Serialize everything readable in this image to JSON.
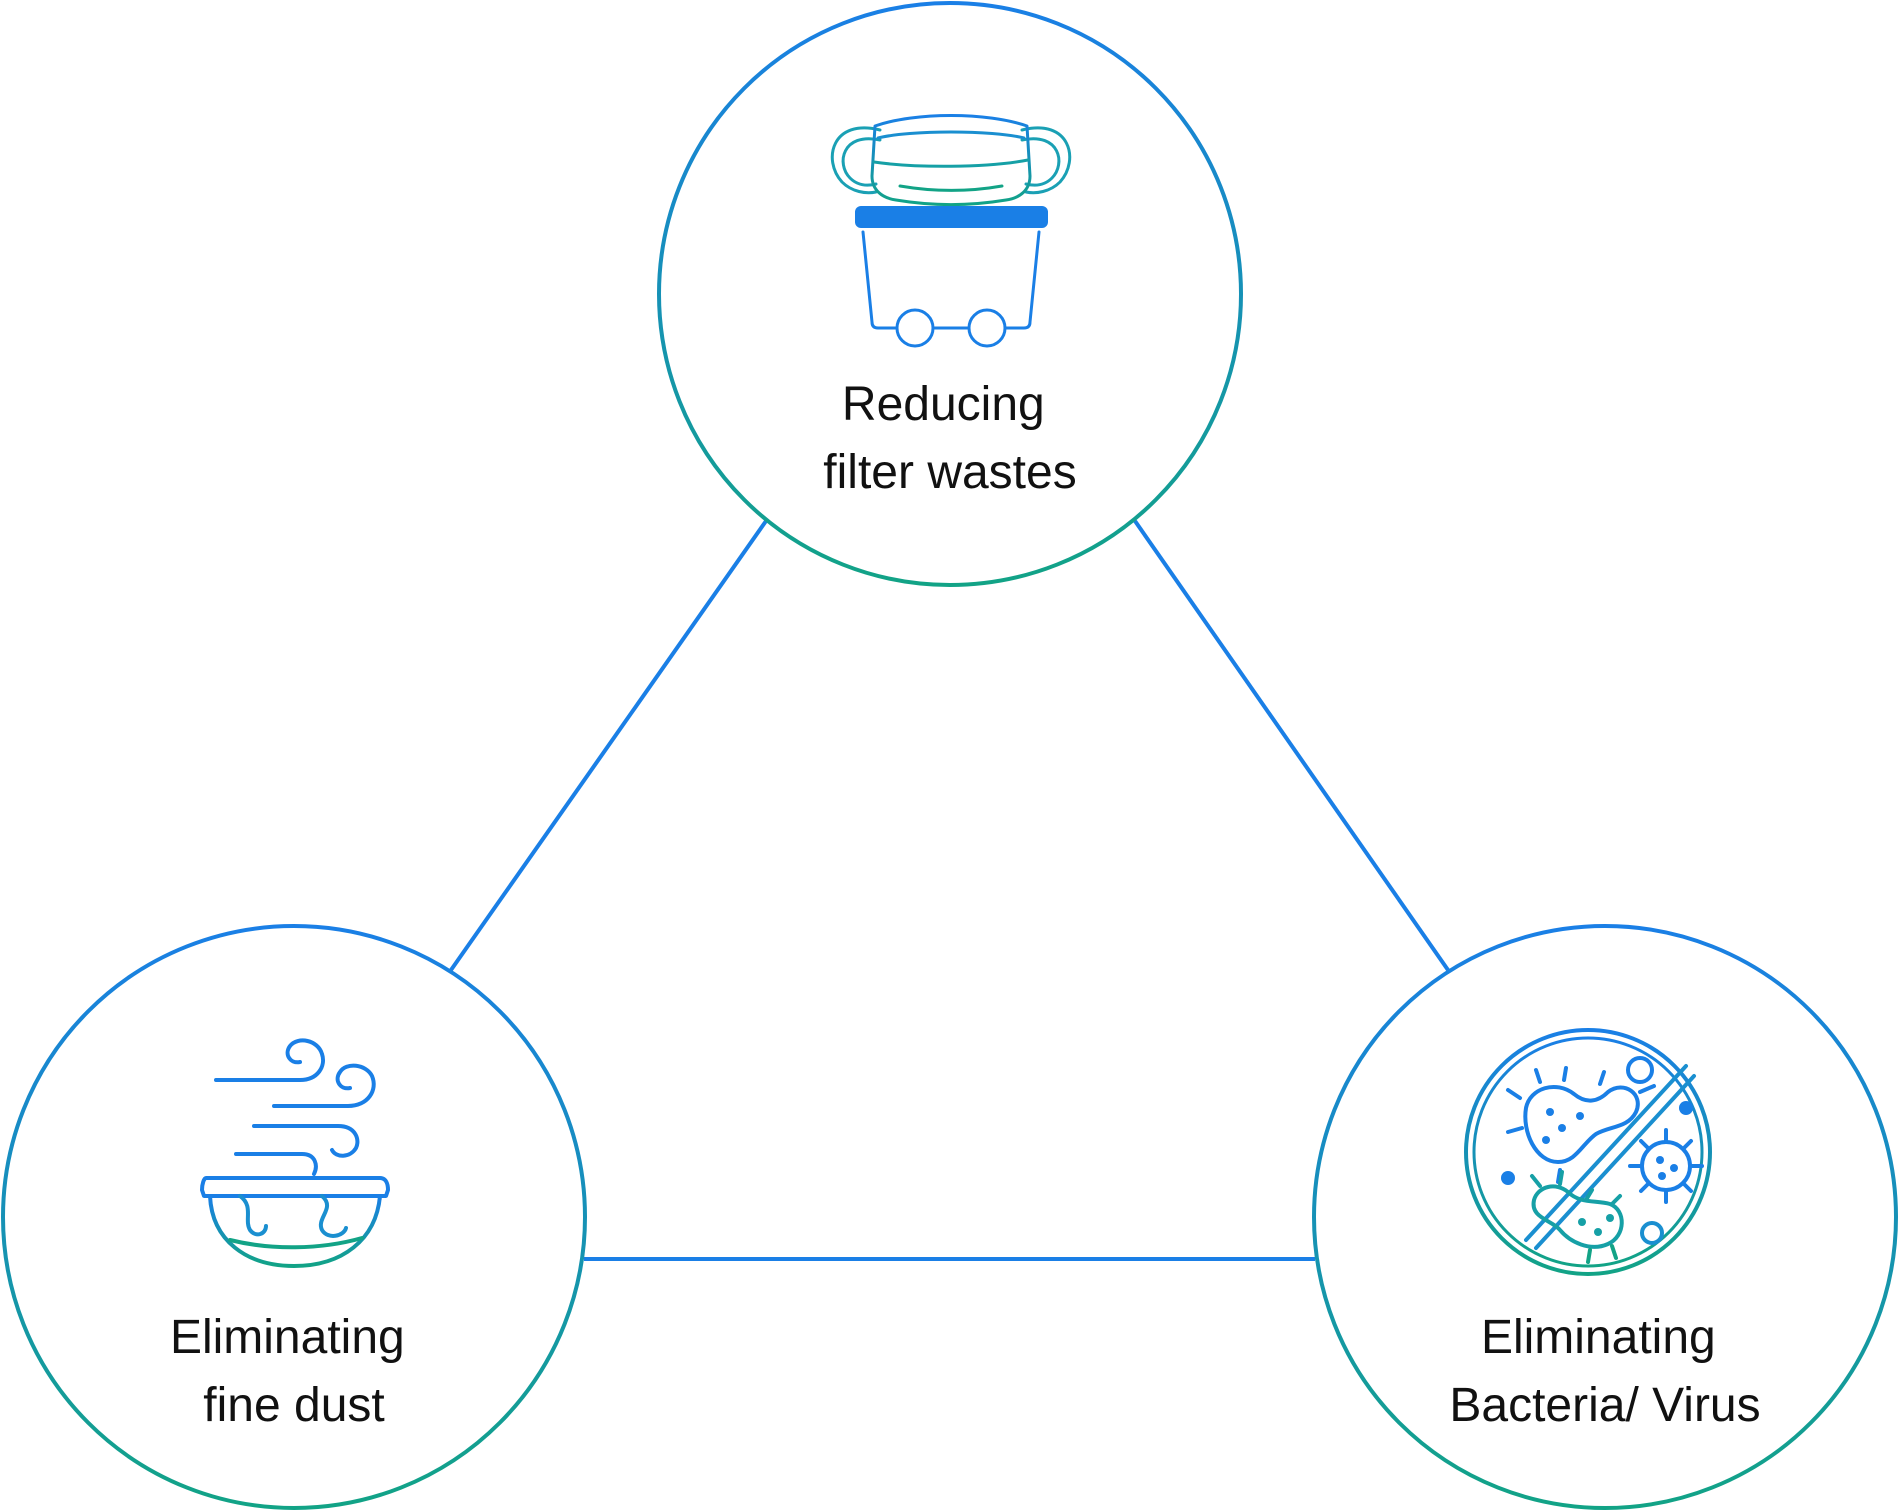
{
  "colors": {
    "blue": "#1a7fe6",
    "green": "#12a386",
    "text": "#111111",
    "background": "#ffffff"
  },
  "nodes": [
    {
      "id": "top",
      "icon": "mask-on-waste-cart-icon",
      "label_lines": [
        "Reducing",
        "filter wastes"
      ]
    },
    {
      "id": "left",
      "icon": "wind-dust-bowl-icon",
      "label_lines": [
        "Eliminating",
        "fine dust"
      ]
    },
    {
      "id": "right",
      "icon": "bacteria-virus-icon",
      "label_lines": [
        "Eliminating",
        "Bacteria/ Virus"
      ]
    }
  ]
}
